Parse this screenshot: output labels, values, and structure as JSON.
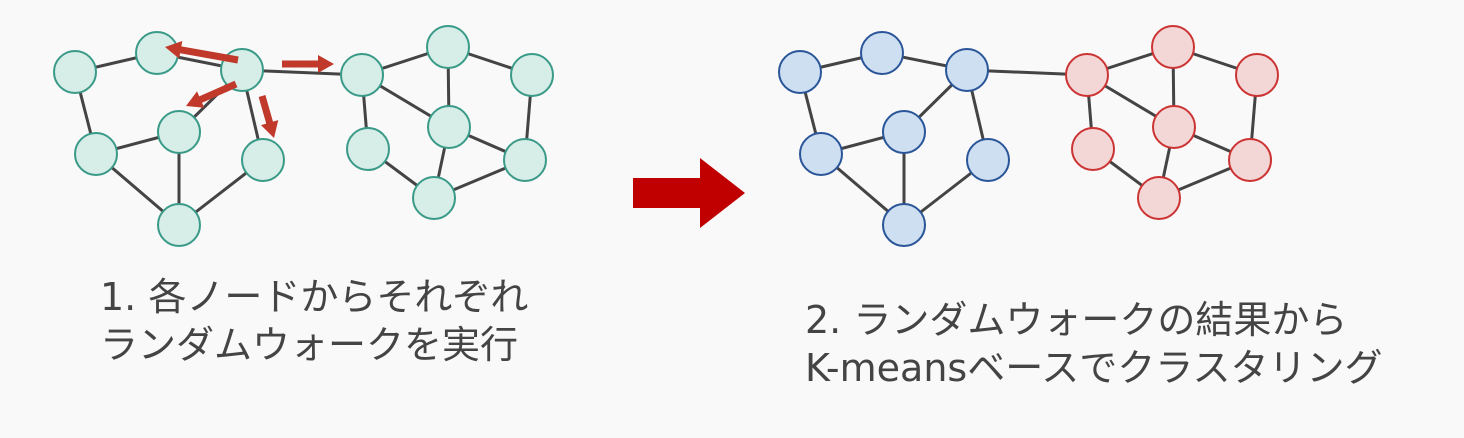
{
  "step1": {
    "line1": "1. 各ノードからそれぞれ",
    "line2": "ランダムウォークを実行"
  },
  "step2": {
    "line1": "2. ランダムウォークの結果から",
    "line2": "K-meansベースでクラスタリング"
  },
  "colors": {
    "node_fill": "#d6ede8",
    "node_stroke": "#3a9a88",
    "cluster_a_fill": "#cddff0",
    "cluster_a_stroke": "#2a5599",
    "cluster_b_fill": "#f3d6d6",
    "cluster_b_stroke": "#cc3333",
    "walk_arrow": "#c0392b",
    "big_arrow": "#c00000",
    "edge": "#444444"
  },
  "graph": {
    "nodes": [
      "A",
      "B",
      "C",
      "D",
      "E",
      "F",
      "G",
      "H",
      "I",
      "J",
      "K",
      "L",
      "M",
      "N"
    ],
    "edges": [
      [
        "A",
        "B"
      ],
      [
        "A",
        "D"
      ],
      [
        "B",
        "C"
      ],
      [
        "C",
        "E"
      ],
      [
        "C",
        "F"
      ],
      [
        "C",
        "H"
      ],
      [
        "D",
        "E"
      ],
      [
        "D",
        "G"
      ],
      [
        "E",
        "G"
      ],
      [
        "F",
        "G"
      ],
      [
        "H",
        "I"
      ],
      [
        "H",
        "L"
      ],
      [
        "H",
        "K"
      ],
      [
        "I",
        "J"
      ],
      [
        "I",
        "L"
      ],
      [
        "J",
        "M"
      ],
      [
        "L",
        "M"
      ],
      [
        "L",
        "N"
      ],
      [
        "K",
        "N"
      ],
      [
        "N",
        "M"
      ]
    ],
    "cluster_a": [
      "A",
      "B",
      "C",
      "D",
      "E",
      "F",
      "G"
    ],
    "cluster_b": [
      "H",
      "I",
      "J",
      "K",
      "L",
      "M",
      "N"
    ],
    "walk_start": "C",
    "walk_targets": [
      "B",
      "E",
      "F",
      "H"
    ]
  }
}
